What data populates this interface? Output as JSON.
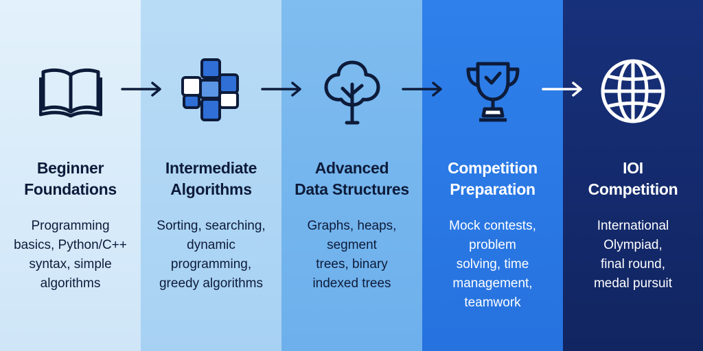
{
  "colors": {
    "dark_ink": "#0d1b3a",
    "stage_1_bg": "#d8ebf9",
    "stage_2_bg": "#b0d6f4",
    "stage_3_bg": "#75b6ed",
    "stage_4_bg": "#2b79e5",
    "stage_5_bg": "#142b6d",
    "icon_blue": "#2f6fd6"
  },
  "stages": [
    {
      "icon": "open-book-icon",
      "title_lines": [
        "Beginner",
        "Foundations"
      ],
      "desc_lines": [
        "Programming",
        "basics, Python/C++",
        "syntax, simple",
        "algorithms"
      ]
    },
    {
      "icon": "puzzle-blocks-icon",
      "title_lines": [
        "Intermediate",
        "Algorithms"
      ],
      "desc_lines": [
        "Sorting, searching,",
        "dynamic",
        "programming,",
        "greedy algorithms"
      ]
    },
    {
      "icon": "tree-icon",
      "title_lines": [
        "Advanced",
        "Data Structures"
      ],
      "desc_lines": [
        "Graphs, heaps,",
        "segment",
        "trees, binary",
        "indexed trees"
      ]
    },
    {
      "icon": "trophy-icon",
      "title_lines": [
        "Competition",
        "Preparation"
      ],
      "desc_lines": [
        "Mock contests,",
        "problem",
        "solving, time",
        "management,",
        "teamwork"
      ]
    },
    {
      "icon": "globe-icon",
      "title_lines": [
        "IOI",
        "Competition"
      ],
      "desc_lines": [
        "International",
        "Olympiad,",
        "final round,",
        "medal pursuit"
      ]
    }
  ],
  "arrows": [
    {
      "icon": "arrow-right-icon"
    },
    {
      "icon": "arrow-right-icon"
    },
    {
      "icon": "arrow-right-icon"
    },
    {
      "icon": "arrow-right-icon"
    }
  ]
}
